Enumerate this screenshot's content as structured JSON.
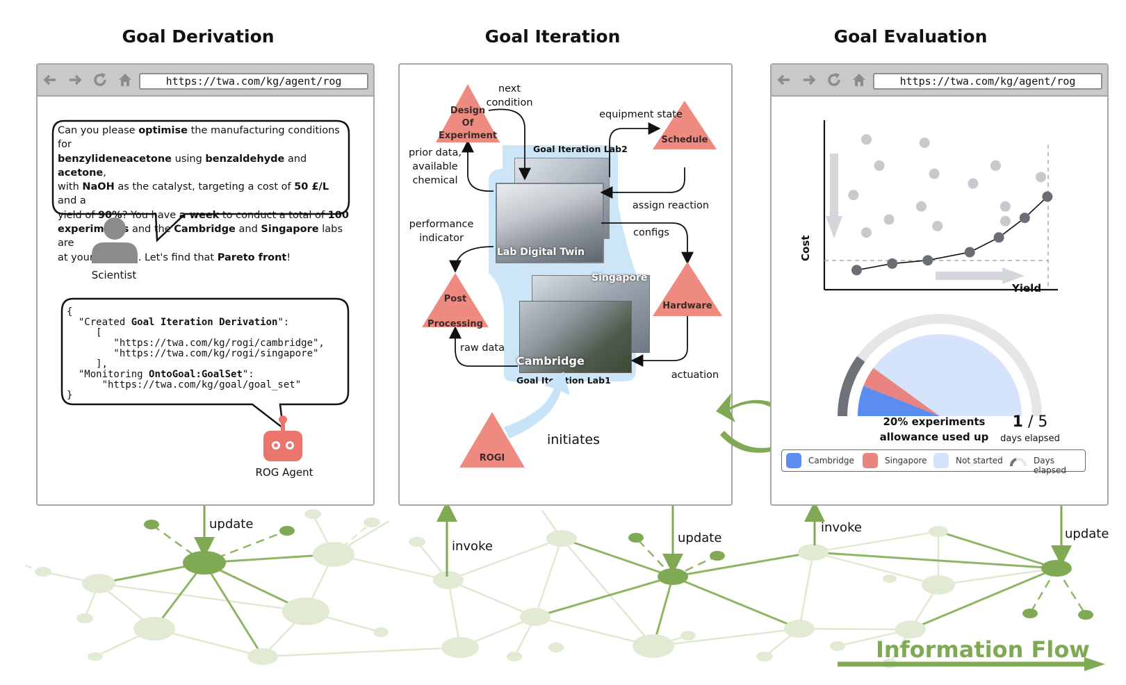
{
  "titles": {
    "derivation": "Goal Derivation",
    "iteration": "Goal Iteration",
    "evaluation": "Goal Evaluation"
  },
  "browser": {
    "url_left": "https://twa.com/kg/agent/rog",
    "url_right": "https://twa.com/kg/agent/rog"
  },
  "scientist": {
    "label": "Scientist",
    "message_lines": [
      [
        "Can you please ",
        {
          "b": "optimise"
        },
        " the manufacturing conditions for"
      ],
      [
        {
          "b": "benzylideneacetone"
        },
        " using ",
        {
          "b": "benzaldehyde"
        },
        " and ",
        {
          "b": "acetone"
        },
        ","
      ],
      [
        "with ",
        {
          "b": "NaOH"
        },
        " as the catalyst, targeting a cost of ",
        {
          "b": "50 £/L"
        },
        " and a"
      ],
      [
        "yield of ",
        {
          "b": "90%"
        },
        "? You have ",
        {
          "b": "a week"
        },
        " to conduct a total of ",
        {
          "b": "100"
        }
      ],
      [
        {
          "b": "experiments"
        },
        " and the ",
        {
          "b": "Cambridge"
        },
        " and ",
        {
          "b": "Singapore"
        },
        " labs are"
      ],
      [
        "at your disposal. Let's find that ",
        {
          "b": "Pareto front"
        },
        "!"
      ]
    ]
  },
  "agent": {
    "label": "ROG Agent",
    "code_lines": [
      [
        "{"
      ],
      [
        "  \"Created ",
        {
          "b": "Goal Iteration Derivation"
        },
        "\":"
      ],
      [
        "     ["
      ],
      [
        "        \"https://twa.com/kg/rogi/cambridge\","
      ],
      [
        "        \"https://twa.com/kg/rogi/singapore\""
      ],
      [
        "     ],"
      ],
      [
        "  \"Monitoring ",
        {
          "b": "OntoGoal:GoalSet"
        },
        "\":"
      ],
      [
        "      \"https://twa.com/kg/goal/goal_set\""
      ],
      [
        "}"
      ]
    ]
  },
  "iteration": {
    "lab2_label": "Goal Iteration Lab2",
    "lab1_label": "Goal Iteration Lab1",
    "digital_twin": "Lab Digital Twin",
    "singapore": "Singapore",
    "cambridge": "Cambridge",
    "triangles": {
      "doe": [
        "Design",
        "Of",
        "Experiment"
      ],
      "schedule": "Schedule",
      "hardware": "Hardware",
      "post": [
        "Post",
        "Processing"
      ],
      "rogi": "ROGI"
    },
    "edges": {
      "next_condition": [
        "next",
        "condition"
      ],
      "equipment_state": "equipment state",
      "prior_data": [
        "prior data,",
        "available",
        "chemical"
      ],
      "assign_reaction": "assign reaction",
      "performance": [
        "performance",
        "indicator"
      ],
      "configs": "configs",
      "raw_data": "raw data",
      "actuation": "actuation",
      "initiates": "initiates"
    }
  },
  "evaluation": {
    "chart_data": {
      "type": "scatter",
      "xlabel": "Yield",
      "ylabel": "Cost",
      "series": [
        {
          "name": "",
          "role": "dominated",
          "color": "#c8c9cc",
          "points": [
            [
              1.3,
              9.2
            ],
            [
              3.1,
              9.0
            ],
            [
              1.7,
              7.6
            ],
            [
              3.4,
              7.1
            ],
            [
              5.3,
              7.6
            ],
            [
              0.9,
              5.8
            ],
            [
              3.0,
              5.1
            ],
            [
              4.6,
              6.5
            ],
            [
              5.6,
              5.1
            ],
            [
              6.7,
              6.9
            ],
            [
              1.3,
              3.5
            ],
            [
              2.0,
              4.3
            ],
            [
              3.5,
              3.9
            ],
            [
              5.6,
              4.2
            ]
          ]
        },
        {
          "name": "",
          "role": "pareto-front",
          "color": "#6b6f75",
          "points": [
            [
              1.0,
              1.2
            ],
            [
              2.1,
              1.6
            ],
            [
              3.2,
              1.8
            ],
            [
              4.5,
              2.3
            ],
            [
              5.4,
              3.2
            ],
            [
              6.2,
              4.4
            ],
            [
              6.9,
              5.7
            ]
          ]
        }
      ]
    },
    "gauge": {
      "experiments_text": [
        "20% experiments",
        "allowance used up"
      ],
      "days_value": "1",
      "days_total": "/ 5",
      "days_label": "days elapsed",
      "cambridge_fraction": 0.12,
      "singapore_fraction": 0.08,
      "days_fraction": 0.2
    },
    "legend": [
      {
        "label": "Cambridge",
        "color": "#5b8def"
      },
      {
        "label": "Singapore",
        "color": "#ea8480"
      },
      {
        "label": "Not started",
        "color": "#d6e4fb"
      },
      {
        "label": "Days elapsed",
        "color": "#6d7278"
      }
    ]
  },
  "flow": {
    "update_1": "update",
    "invoke_1": "invoke",
    "update_2": "update",
    "invoke_2": "invoke",
    "update_3": "update",
    "information_flow": "Information Flow"
  },
  "colors": {
    "triangle": "#ee8a80",
    "node_green": "#7faa53",
    "node_light": "#e1ebd3",
    "lab_blue": "#c7e3f7"
  }
}
